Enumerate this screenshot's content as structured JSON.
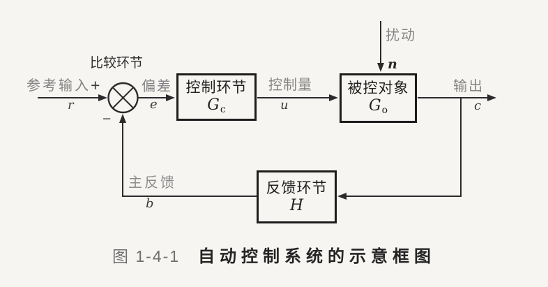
{
  "colors": {
    "background": "#f6f5f2",
    "line": "#2b2b2b",
    "block_border": "#1c1c1c",
    "signal_label_gray": "#848484",
    "block_text": "#222222"
  },
  "caption": {
    "number": "图 1-4-1",
    "title": "自动控制系统的示意框图"
  },
  "junction": {
    "label": "比较环节",
    "plus": "+",
    "minus": "−"
  },
  "blocks": {
    "controller": {
      "name": "控制环节",
      "symbol": "G",
      "symbol_sub": "c"
    },
    "plant": {
      "name": "被控对象",
      "symbol": "G",
      "symbol_sub": "o"
    },
    "feedback": {
      "name": "反馈环节",
      "symbol": "H"
    }
  },
  "signals": {
    "reference": {
      "label": "参考输入",
      "symbol": "r"
    },
    "error": {
      "label": "偏差",
      "symbol": "e"
    },
    "control": {
      "label": "控制量",
      "symbol": "u"
    },
    "disturbance": {
      "label": "扰动",
      "symbol": "n"
    },
    "output": {
      "label": "输出",
      "symbol": "c"
    },
    "feedback": {
      "label": "主反馈",
      "symbol": "b"
    }
  }
}
